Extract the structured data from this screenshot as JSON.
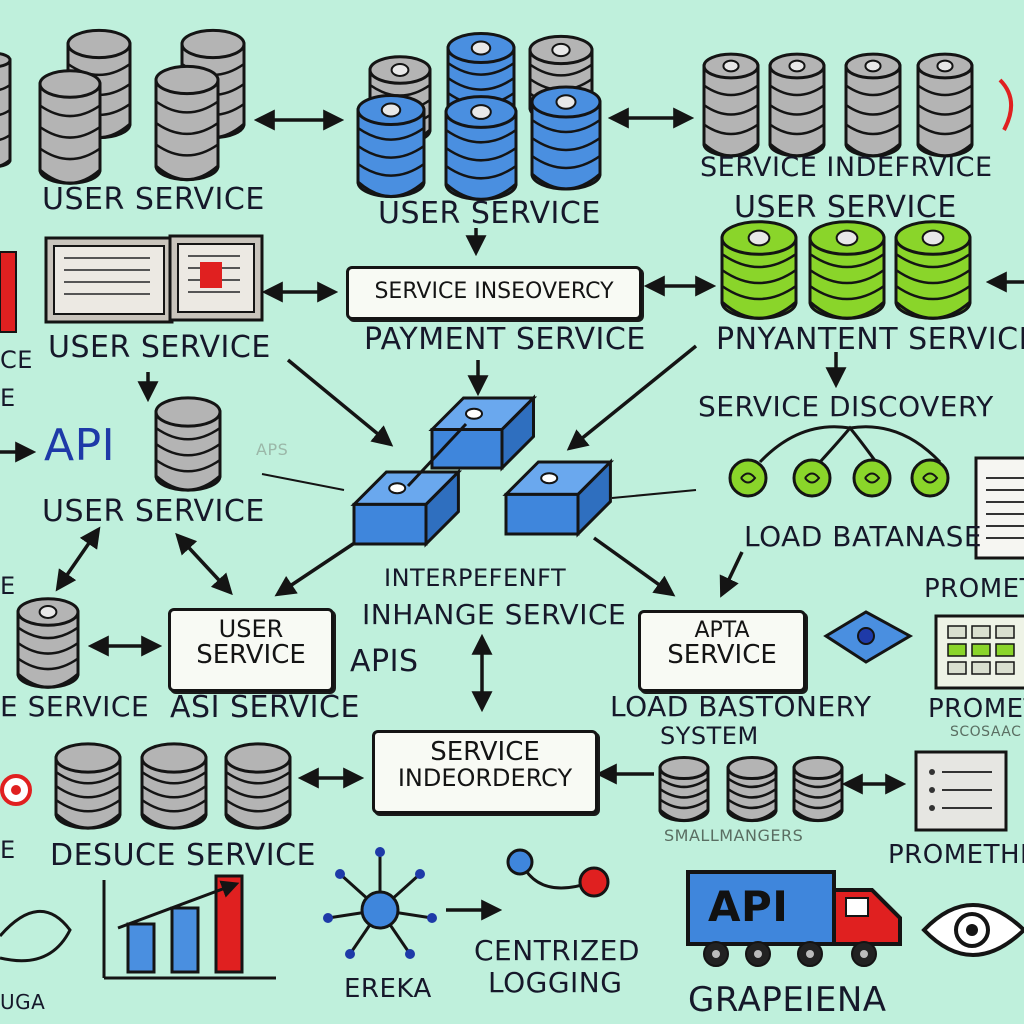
{
  "palette": {
    "background": "#bff0dc",
    "db_gray": "#b4b4b4",
    "db_blue": "#4a8fe0",
    "db_green": "#8ad52a",
    "cube_blue": "#3f86dc",
    "accent_red": "#e02020",
    "outline": "#141414"
  },
  "labels": {
    "user_service_1": "USER SERVICE",
    "user_service_2": "USER SERVICE",
    "service_indefrvice": "SERVICE INDEFRVICE",
    "user_service_3": "USER  SERVICE",
    "user_service_4": "USER SERVICE",
    "payment_service": "PAYMENT SERVICE",
    "pnyantent_service": "PNYANTENT SERVICE",
    "ce_left": "CE",
    "e_left": "E",
    "api_left": "API",
    "aps_faint": "APS",
    "user_service_5": "USER SERVICE",
    "service_discovery": "SERVICE DISCOVERY",
    "load_batanase": "LOAD BATANASE",
    "interpefenft": "INTERPEFENFT",
    "inhange_service": "INHANGE SERVICE",
    "e_left_2": "E",
    "promet_1": "PROMETH",
    "apis": "APIS",
    "e_service": "E SERVICE",
    "asi_service": "ASI SERVICE",
    "load_bastonery": "LOAD BASTONERY",
    "system": "SYSTEM",
    "promet_2": "PROMET",
    "promet_2_sub": "SCOSAAC",
    "e_left_3": "E",
    "desuce_service": "DESUCE SERVICE",
    "smallmanger": "SMALLMANGERS",
    "prometh_3": "PROMETHE",
    "uga": "UGA",
    "ereka": "EREKA",
    "centrized": "CENTRIZED",
    "logging": "LOGGING",
    "grapeiena": "GRAPEIENA"
  },
  "boxes": {
    "service_insevercy": "SERVICE INSEOVERCY",
    "user_service_box_line1": "USER",
    "user_service_box_line2": "SERVICE",
    "apta_service_line1": "APTA",
    "apta_service_line2": "SERVICE",
    "service_inderdercy_line1": "SERVICE",
    "service_inderdercy_line2": "INDEORDERCY"
  },
  "truck_text": "API",
  "bar_chart": {
    "values": [
      3,
      4,
      6
    ],
    "colors": [
      "#4a8fe0",
      "#4a8fe0",
      "#e02020"
    ]
  },
  "icons": [
    "database-icon",
    "network-cube-icon",
    "api-truck-icon",
    "eye-icon",
    "bar-chart-icon",
    "hub-node-icon",
    "document-icon",
    "grid-dashboard-icon",
    "arrow-icon"
  ]
}
